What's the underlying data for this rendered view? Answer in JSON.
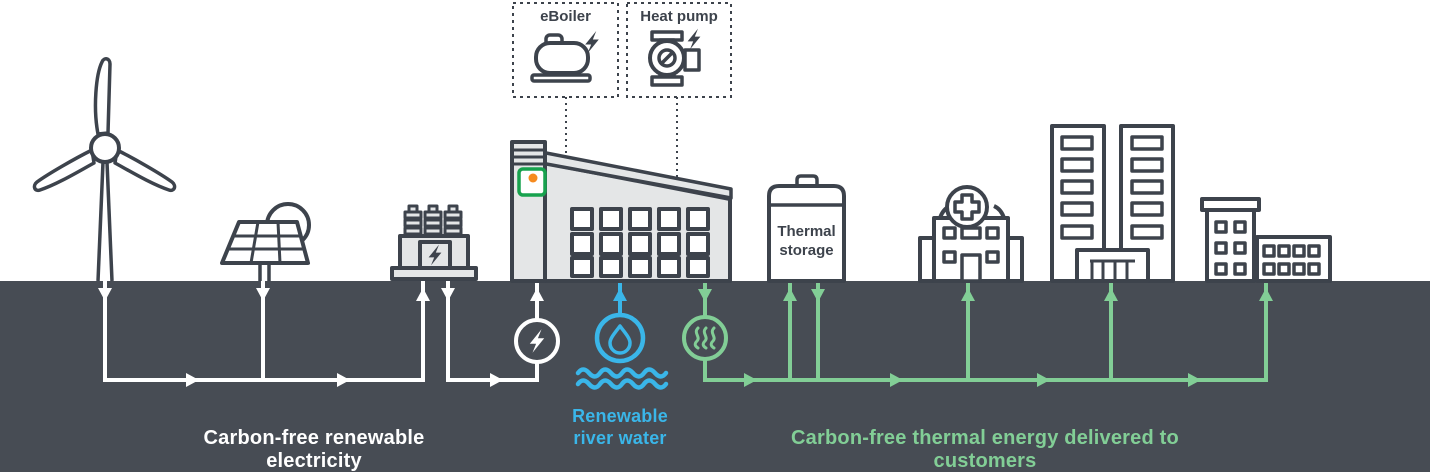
{
  "title": "Carbon-free district energy system diagram",
  "colors": {
    "outline": "#3D434C",
    "ground": "#474C54",
    "building_fill": "#E4E6E7",
    "electricity_white": "#FFFFFF",
    "water_blue": "#3AB6E9",
    "thermal_green": "#82CE96",
    "logo_green": "#17A24E",
    "logo_orange": "#F68B1F"
  },
  "callouts": {
    "eboiler_label": "eBoiler",
    "heat_pump_label": "Heat pump"
  },
  "thermal_storage": {
    "label": "Thermal\nstorage"
  },
  "flow_labels": {
    "electricity": "Carbon-free renewable electricity",
    "river_water": "Renewable\nriver water",
    "thermal": "Carbon-free thermal energy delivered to customers"
  },
  "icons": {
    "wind_turbine": "wind-turbine-icon",
    "solar_panel": "solar-panel-icon",
    "transformer": "transformer-icon",
    "energy_plant": "energy-plant-building",
    "eboiler": "eboiler-icon",
    "heat_pump": "heat-pump-icon",
    "thermal_storage": "thermal-storage-tank",
    "hospital": "hospital-building",
    "high_rise": "twin-tower-building",
    "offices": "office-buildings",
    "electricity": "lightning-bolt-icon",
    "river_water": "water-drop-icon",
    "thermal": "heat-waves-icon"
  }
}
